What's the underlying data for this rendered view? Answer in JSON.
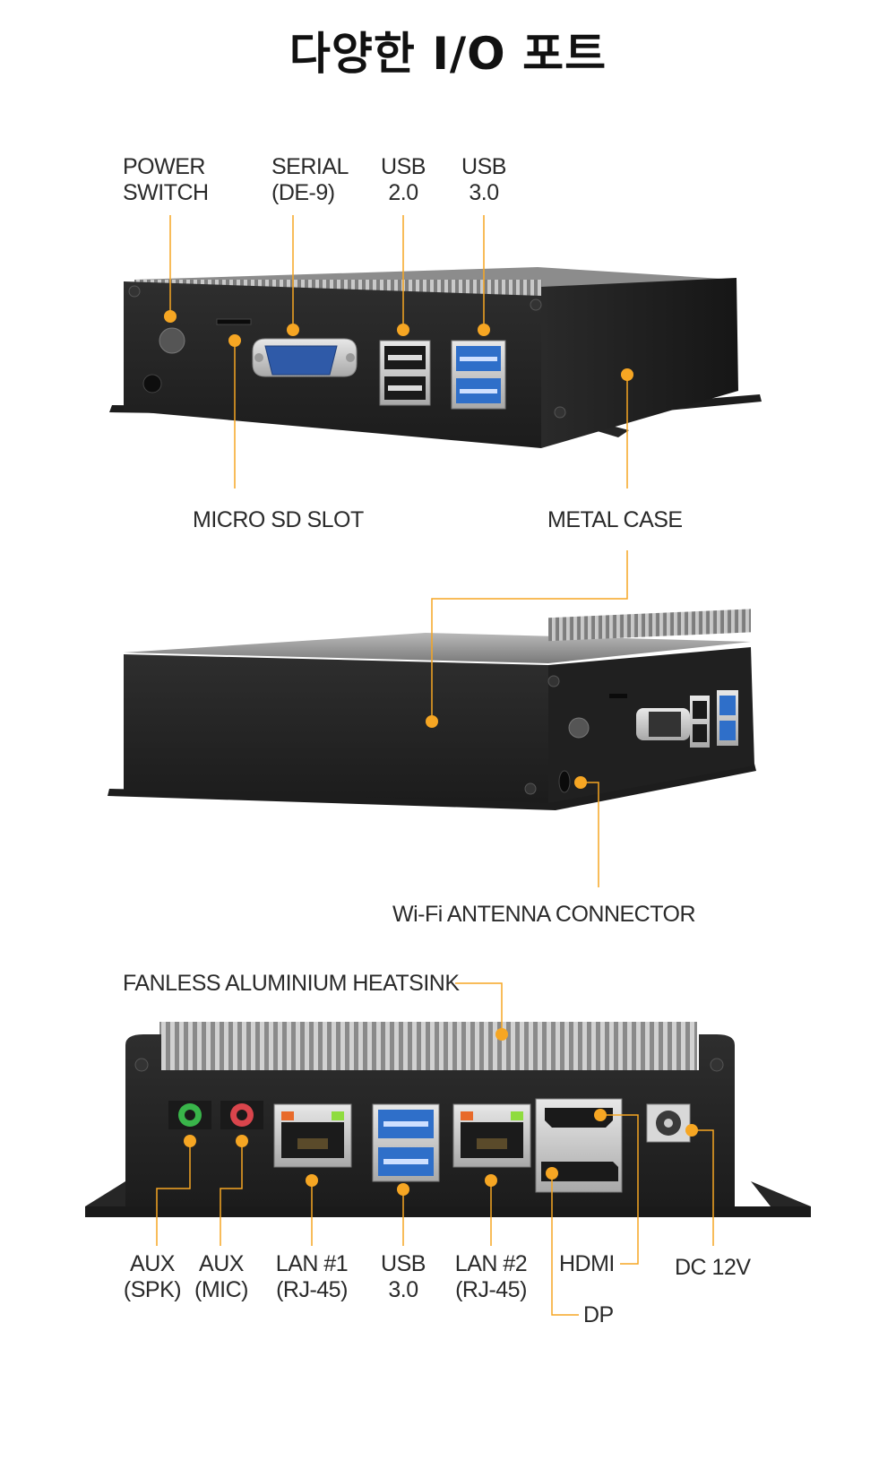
{
  "title": "다양한 I/O 포트",
  "colors": {
    "accent": "#f6a623",
    "case_dark": "#262626",
    "usb3_blue": "#2f6fc9",
    "aux_green": "#39b54a",
    "aux_red": "#d9454c",
    "serial_blue": "#2f5aa8"
  },
  "views": {
    "front": {
      "labels": [
        {
          "id": "power-switch",
          "lines": [
            "POWER",
            "SWITCH"
          ]
        },
        {
          "id": "serial",
          "lines": [
            "SERIAL",
            "(DE-9)"
          ]
        },
        {
          "id": "usb20",
          "lines": [
            "USB",
            "2.0"
          ]
        },
        {
          "id": "usb30-front",
          "lines": [
            "USB",
            "3.0"
          ]
        },
        {
          "id": "micro-sd",
          "lines": [
            "MICRO SD SLOT"
          ]
        },
        {
          "id": "metal-case",
          "lines": [
            "METAL CASE"
          ]
        }
      ]
    },
    "side": {
      "labels": [
        {
          "id": "wifi-antenna",
          "lines": [
            "Wi-Fi ANTENNA CONNECTOR"
          ]
        }
      ]
    },
    "back": {
      "labels": [
        {
          "id": "heatsink",
          "lines": [
            "FANLESS ALUMINIUM HEATSINK"
          ]
        },
        {
          "id": "aux-spk",
          "lines": [
            "AUX",
            "(SPK)"
          ]
        },
        {
          "id": "aux-mic",
          "lines": [
            "AUX",
            "(MIC)"
          ]
        },
        {
          "id": "lan1",
          "lines": [
            "LAN #1",
            "(RJ-45)"
          ]
        },
        {
          "id": "usb30-back",
          "lines": [
            "USB",
            "3.0"
          ]
        },
        {
          "id": "lan2",
          "lines": [
            "LAN #2",
            "(RJ-45)"
          ]
        },
        {
          "id": "hdmi",
          "lines": [
            "HDMI"
          ]
        },
        {
          "id": "dp",
          "lines": [
            "DP"
          ]
        },
        {
          "id": "dc12v",
          "lines": [
            "DC 12V"
          ]
        }
      ]
    }
  }
}
